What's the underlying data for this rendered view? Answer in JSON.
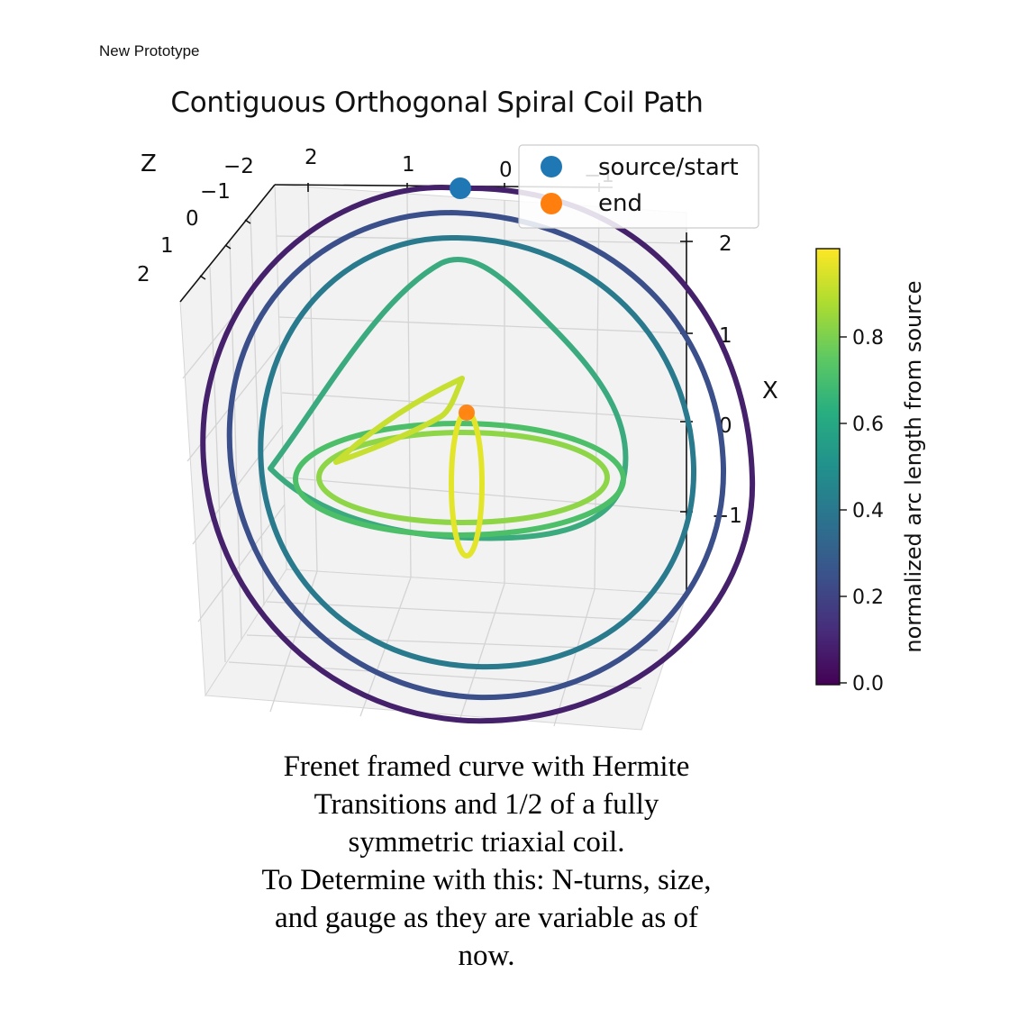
{
  "document": {
    "label": "New Prototype"
  },
  "chart_data": {
    "type": "line",
    "title": "Contiguous Orthogonal Spiral Coil Path",
    "projection": "3d",
    "axes": {
      "z": {
        "label": "Z",
        "ticks": [
          "−2",
          "−1",
          "0",
          "1",
          "2"
        ]
      },
      "y": {
        "ticks": [
          "2",
          "1",
          "0",
          "−1"
        ]
      },
      "x": {
        "label": "X",
        "ticks": [
          "2",
          "1",
          "0",
          "−1"
        ]
      },
      "grid": true,
      "pane_color": "#f2f2f2"
    },
    "series": [
      {
        "kind": "colored-path",
        "colormap": "viridis",
        "color_value": "normalized arc length from source",
        "segments": [
          "outer ring 1",
          "outer ring 2",
          "outer ring 3",
          "teardrop loop",
          "horizontal ellipse 1",
          "horizontal ellipse 2",
          "vertical ellipse",
          "hermite transition"
        ]
      }
    ],
    "markers": [
      {
        "name": "source/start",
        "color": "#1f77b4"
      },
      {
        "name": "end",
        "color": "#ff7f0e"
      }
    ],
    "legend": {
      "position": "top-right",
      "entries": [
        "source/start",
        "end"
      ]
    },
    "colorbar": {
      "label": "normalized arc length from source",
      "colormap": "viridis",
      "range": [
        0.0,
        1.0
      ],
      "ticks": [
        0.0,
        0.2,
        0.4,
        0.6,
        0.8
      ],
      "tick_labels": [
        "0.0",
        "0.2",
        "0.4",
        "0.6",
        "0.8"
      ]
    }
  },
  "caption": {
    "lines": [
      "Frenet framed curve with Hermite",
      "Transitions and 1/2 of a fully",
      "symmetric triaxial coil.",
      "To Determine with this: N-turns, size,",
      "and gauge as they are variable as of",
      "now."
    ]
  }
}
